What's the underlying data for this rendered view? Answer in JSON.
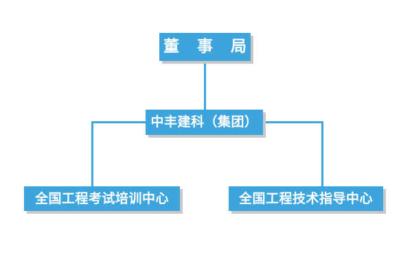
{
  "chart": {
    "type": "org-chart",
    "title": "",
    "background_color": "#ffffff",
    "node_color": "#3da5dc",
    "node_text_color": "#ffffff",
    "shadow_color": "#c8c8c8",
    "connector_color": "#3da5dc",
    "nodes": [
      {
        "id": "board",
        "label": "董 事 局",
        "level": 0,
        "parent": null
      },
      {
        "id": "group",
        "label": "中丰建科（集团）",
        "level": 1,
        "parent": "board"
      },
      {
        "id": "exam-center",
        "label": "全国工程考试培训中心",
        "level": 2,
        "parent": "group"
      },
      {
        "id": "tech-center",
        "label": "全国工程技术指导中心",
        "level": 2,
        "parent": "group"
      }
    ]
  }
}
